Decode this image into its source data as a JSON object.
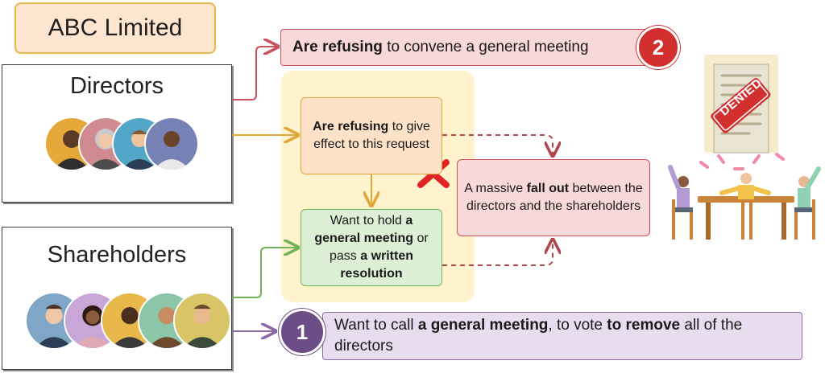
{
  "company": {
    "name": "ABC Limited"
  },
  "groups": {
    "directors": {
      "title": "Directors"
    },
    "shareholders": {
      "title": "Shareholders"
    }
  },
  "nodes": {
    "refuse_effect": {
      "bold": "Are refusing",
      "rest": " to give effect to this request"
    },
    "want_hold": {
      "part1": "Want to hold ",
      "bold1": "a general meeting",
      "part2": " or pass ",
      "bold2": "a written resolution"
    },
    "fallout": {
      "part1": "A massive ",
      "bold": "fall out",
      "part2": " between the directors and the shareholders"
    },
    "refuse_convene": {
      "bold": "Are refusing",
      "rest": " to convene a general meeting"
    },
    "call_meeting": {
      "part1": "Want to call ",
      "bold1": "a general meeting",
      "part2": ", to vote ",
      "bold2": "to remove",
      "part3": " all of the directors"
    }
  },
  "badges": {
    "step1": "1",
    "step2": "2"
  },
  "stamp": {
    "text": "DENIED"
  },
  "colors": {
    "orange_accent": "#e0a63d",
    "green_accent": "#6fb35a",
    "red_accent": "#c9525c",
    "purple_accent": "#8e6aa3",
    "stamp_red": "#d32f2f"
  },
  "icons": [
    "reject-cross-icon",
    "denied-document-icon",
    "arguing-people-icon"
  ]
}
